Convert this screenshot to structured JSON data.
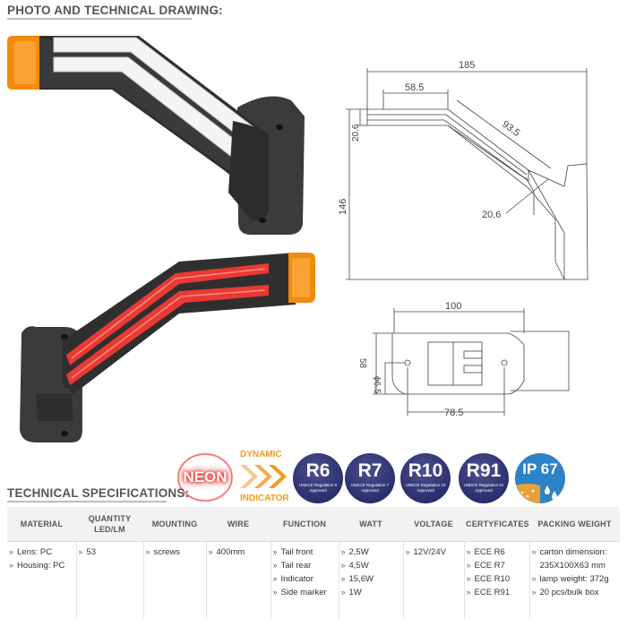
{
  "headings": {
    "photo": "PHOTO AND TECHNICAL DRAWING:",
    "specs": "TECHNICAL SPECIFICATIONS:"
  },
  "drawing": {
    "dim_185": "185",
    "dim_58_5": "58.5",
    "dim_93_5": "93.5",
    "dim_20_6_top": "20.6",
    "dim_146": "146",
    "dim_20_6_bottom": "20.6",
    "dim_100": "100",
    "dim_58": "58",
    "dim_phi": "ϕ6.5",
    "dim_78_5": "78.5"
  },
  "badges": {
    "neon": "NEON",
    "dynamic": "DYNAMIC",
    "indicator": "INDICATOR",
    "regs": [
      {
        "code": "R6",
        "text": "UNECE Regulation 6 Approved"
      },
      {
        "code": "R7",
        "text": "UNECE Regulation 7 Approved"
      },
      {
        "code": "R10",
        "text": "UNECE Regulation 10 Approved"
      },
      {
        "code": "R91",
        "text": "UNECE Regulation 91 Approved"
      }
    ],
    "ip": "IP 67"
  },
  "table": {
    "headers": [
      "MATERIAL",
      "QUANTITY LED/LM",
      "MOUNTING",
      "WIRE",
      "FUNCTION",
      "WATT",
      "VOLTAGE",
      "CERTYFICATES",
      "PACKING WEIGHT"
    ],
    "material": [
      "Lens: PC",
      "Housing: PC"
    ],
    "quantity": [
      "53"
    ],
    "mounting": [
      "screws"
    ],
    "wire": [
      "400mm"
    ],
    "function": [
      "Tail front",
      "Tail rear",
      "Indicator",
      "Side marker"
    ],
    "watt": [
      "2,5W",
      "4,5W",
      "15,6W",
      "1W"
    ],
    "voltage": [
      "12V/24V"
    ],
    "certificates": [
      "ECE R6",
      "ECE R7",
      "ECE R10",
      "ECE R91"
    ],
    "packing": [
      "carton dimension: 235X100X63 mm",
      "lamp weight: 372g",
      "20 pcs/bulk box"
    ]
  }
}
